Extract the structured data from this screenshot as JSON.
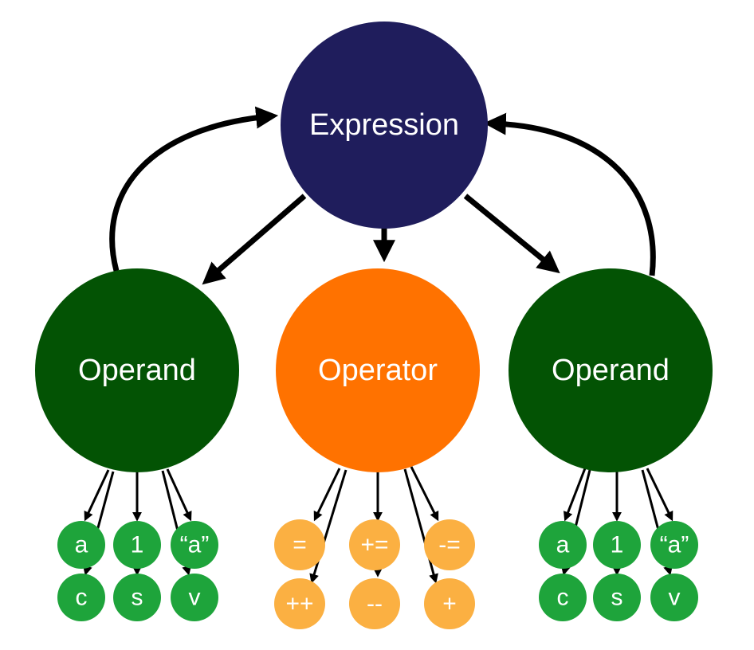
{
  "colors": {
    "expression": "#1f1d5c",
    "operand": "#035304",
    "operator": "#ff7200",
    "operand_leaf": "#1ea43b",
    "operator_leaf": "#fbb042",
    "edge": "#000000"
  },
  "nodes": {
    "expression": "Expression",
    "operand_left": "Operand",
    "operator": "Operator",
    "operand_right": "Operand"
  },
  "operand_left_leaves": {
    "top": [
      "a",
      "1",
      "“a”"
    ],
    "bottom": [
      "c",
      "s",
      "v"
    ]
  },
  "operator_leaves": {
    "top": [
      "=",
      "+=",
      "-="
    ],
    "bottom": [
      "++",
      "--",
      "+"
    ]
  },
  "operand_right_leaves": {
    "top": [
      "a",
      "1",
      "“a”"
    ],
    "bottom": [
      "c",
      "s",
      "v"
    ]
  }
}
